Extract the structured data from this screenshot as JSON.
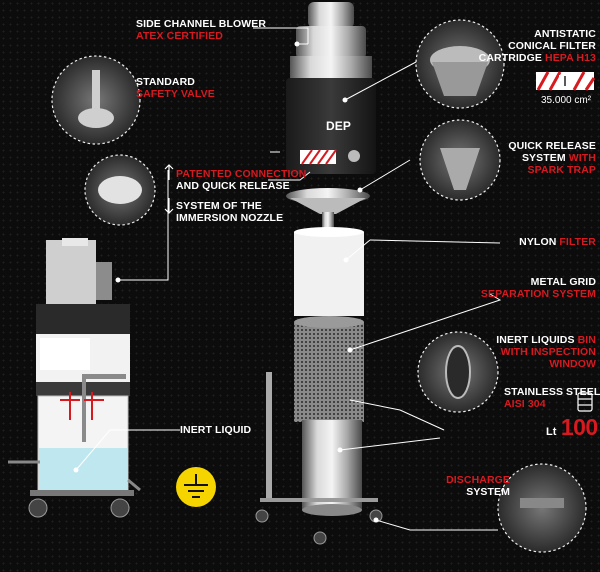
{
  "labels": {
    "side_channel_blower": {
      "line1": "SIDE CHANNEL BLOWER",
      "line2": "ATEX CERTIFIED"
    },
    "standard_safety_valve": {
      "line1": "STANDARD",
      "line2": "SAFETY VALVE"
    },
    "patented_connection": {
      "line1a": "PATENTED CONNECTION",
      "line1b": "AND QUICK RELEASE",
      "line2a": "SYSTEM OF THE",
      "line2b": "IMMERSION NOZZLE"
    },
    "antistatic_filter": {
      "line1": "ANTISTATIC",
      "line2": "CONICAL FILTER",
      "line3a": "CARTRIDGE",
      "line3b": "HEPA H13",
      "area": "35.000 cm²"
    },
    "quick_release": {
      "line1": "QUICK RELEASE",
      "line2a": "SYSTEM",
      "line2b": "WITH",
      "line3": "SPARK TRAP"
    },
    "nylon_filter": {
      "a": "NYLON",
      "b": "FILTER"
    },
    "metal_grid": {
      "line1": "METAL GRID",
      "line2": "SEPARATION SYSTEM"
    },
    "inert_liquids_bin": {
      "line1a": "INERT LIQUIDS",
      "line1b": "BIN",
      "line2": "WITH INSPECTION",
      "line3": "WINDOW"
    },
    "stainless_steel": {
      "line1": "STAINLESS STEEL",
      "line2": "AISI 304",
      "lt": "Lt",
      "capacity": "100"
    },
    "inert_liquid": {
      "line1": "INERT LIQUID"
    },
    "discharge": {
      "line1": "DISCHARGE",
      "line2": "SYSTEM"
    }
  },
  "logo_text": "DEP",
  "colors": {
    "accent": "#d71920",
    "background": "#0c0c0c",
    "ground_symbol": "#f5d400",
    "water": "#bfe7ef"
  },
  "icons": [
    "ground-symbol-icon",
    "drum-capacity-icon",
    "warning-stripe-icon"
  ]
}
